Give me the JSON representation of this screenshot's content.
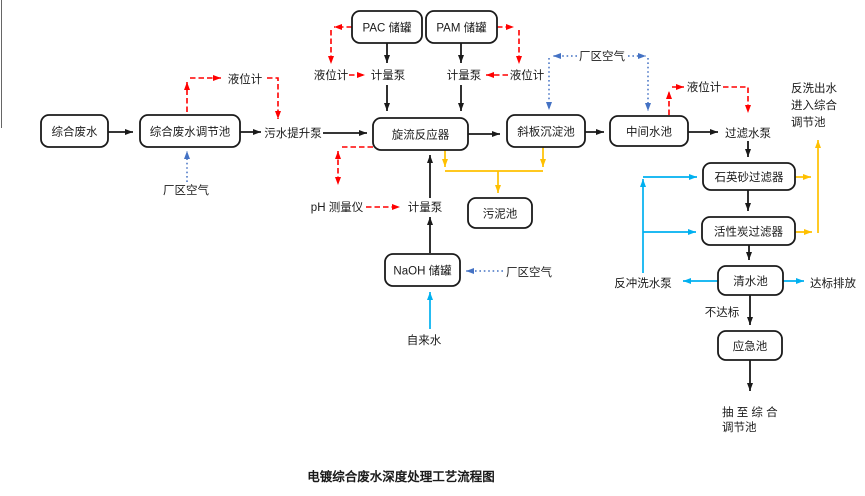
{
  "diagram": {
    "title": "电镀综合废水深度处理工艺流程图",
    "nodes": {
      "raw_wastewater": "综合废水",
      "regulating_tank": "综合废水调节池",
      "pac_tank": "PAC 储罐",
      "pam_tank": "PAM 储罐",
      "cyclone_reactor": "旋流反应器",
      "inclined_plate_settler": "斜板沉淀池",
      "intermediate_tank": "中间水池",
      "quartz_sand_filter": "石英砂过滤器",
      "activated_carbon_filter": "活性炭过滤器",
      "clean_water_tank": "清水池",
      "emergency_tank": "应急池",
      "sludge_tank": "污泥池",
      "naoh_tank": "NaOH 储罐"
    },
    "labels": {
      "level_gauge": "液位计",
      "metering_pump": "计量泵",
      "sewage_lift_pump": "污水提升泵",
      "plant_air": "厂区空气",
      "filter_pump": "过滤水泵",
      "ph_meter": "pH 测量仪",
      "tap_water": "自来水",
      "backwash_pump": "反冲洗水泵",
      "standard_discharge": "达标排放",
      "not_up_to_standard": "不达标",
      "backwash_out_line1": "反洗出水",
      "backwash_out_line2": "进入综合",
      "backwash_out_line3": "调节池",
      "pump_to_line1": "抽 至 综 合",
      "pump_to_line2": "调节池"
    },
    "colors": {
      "process_black": "#1a1a1a",
      "instrument_red": "#ff0000",
      "air_blue": "#4472c4",
      "water_cyan": "#00b0f0",
      "sludge_yellow": "#ffc000"
    }
  }
}
